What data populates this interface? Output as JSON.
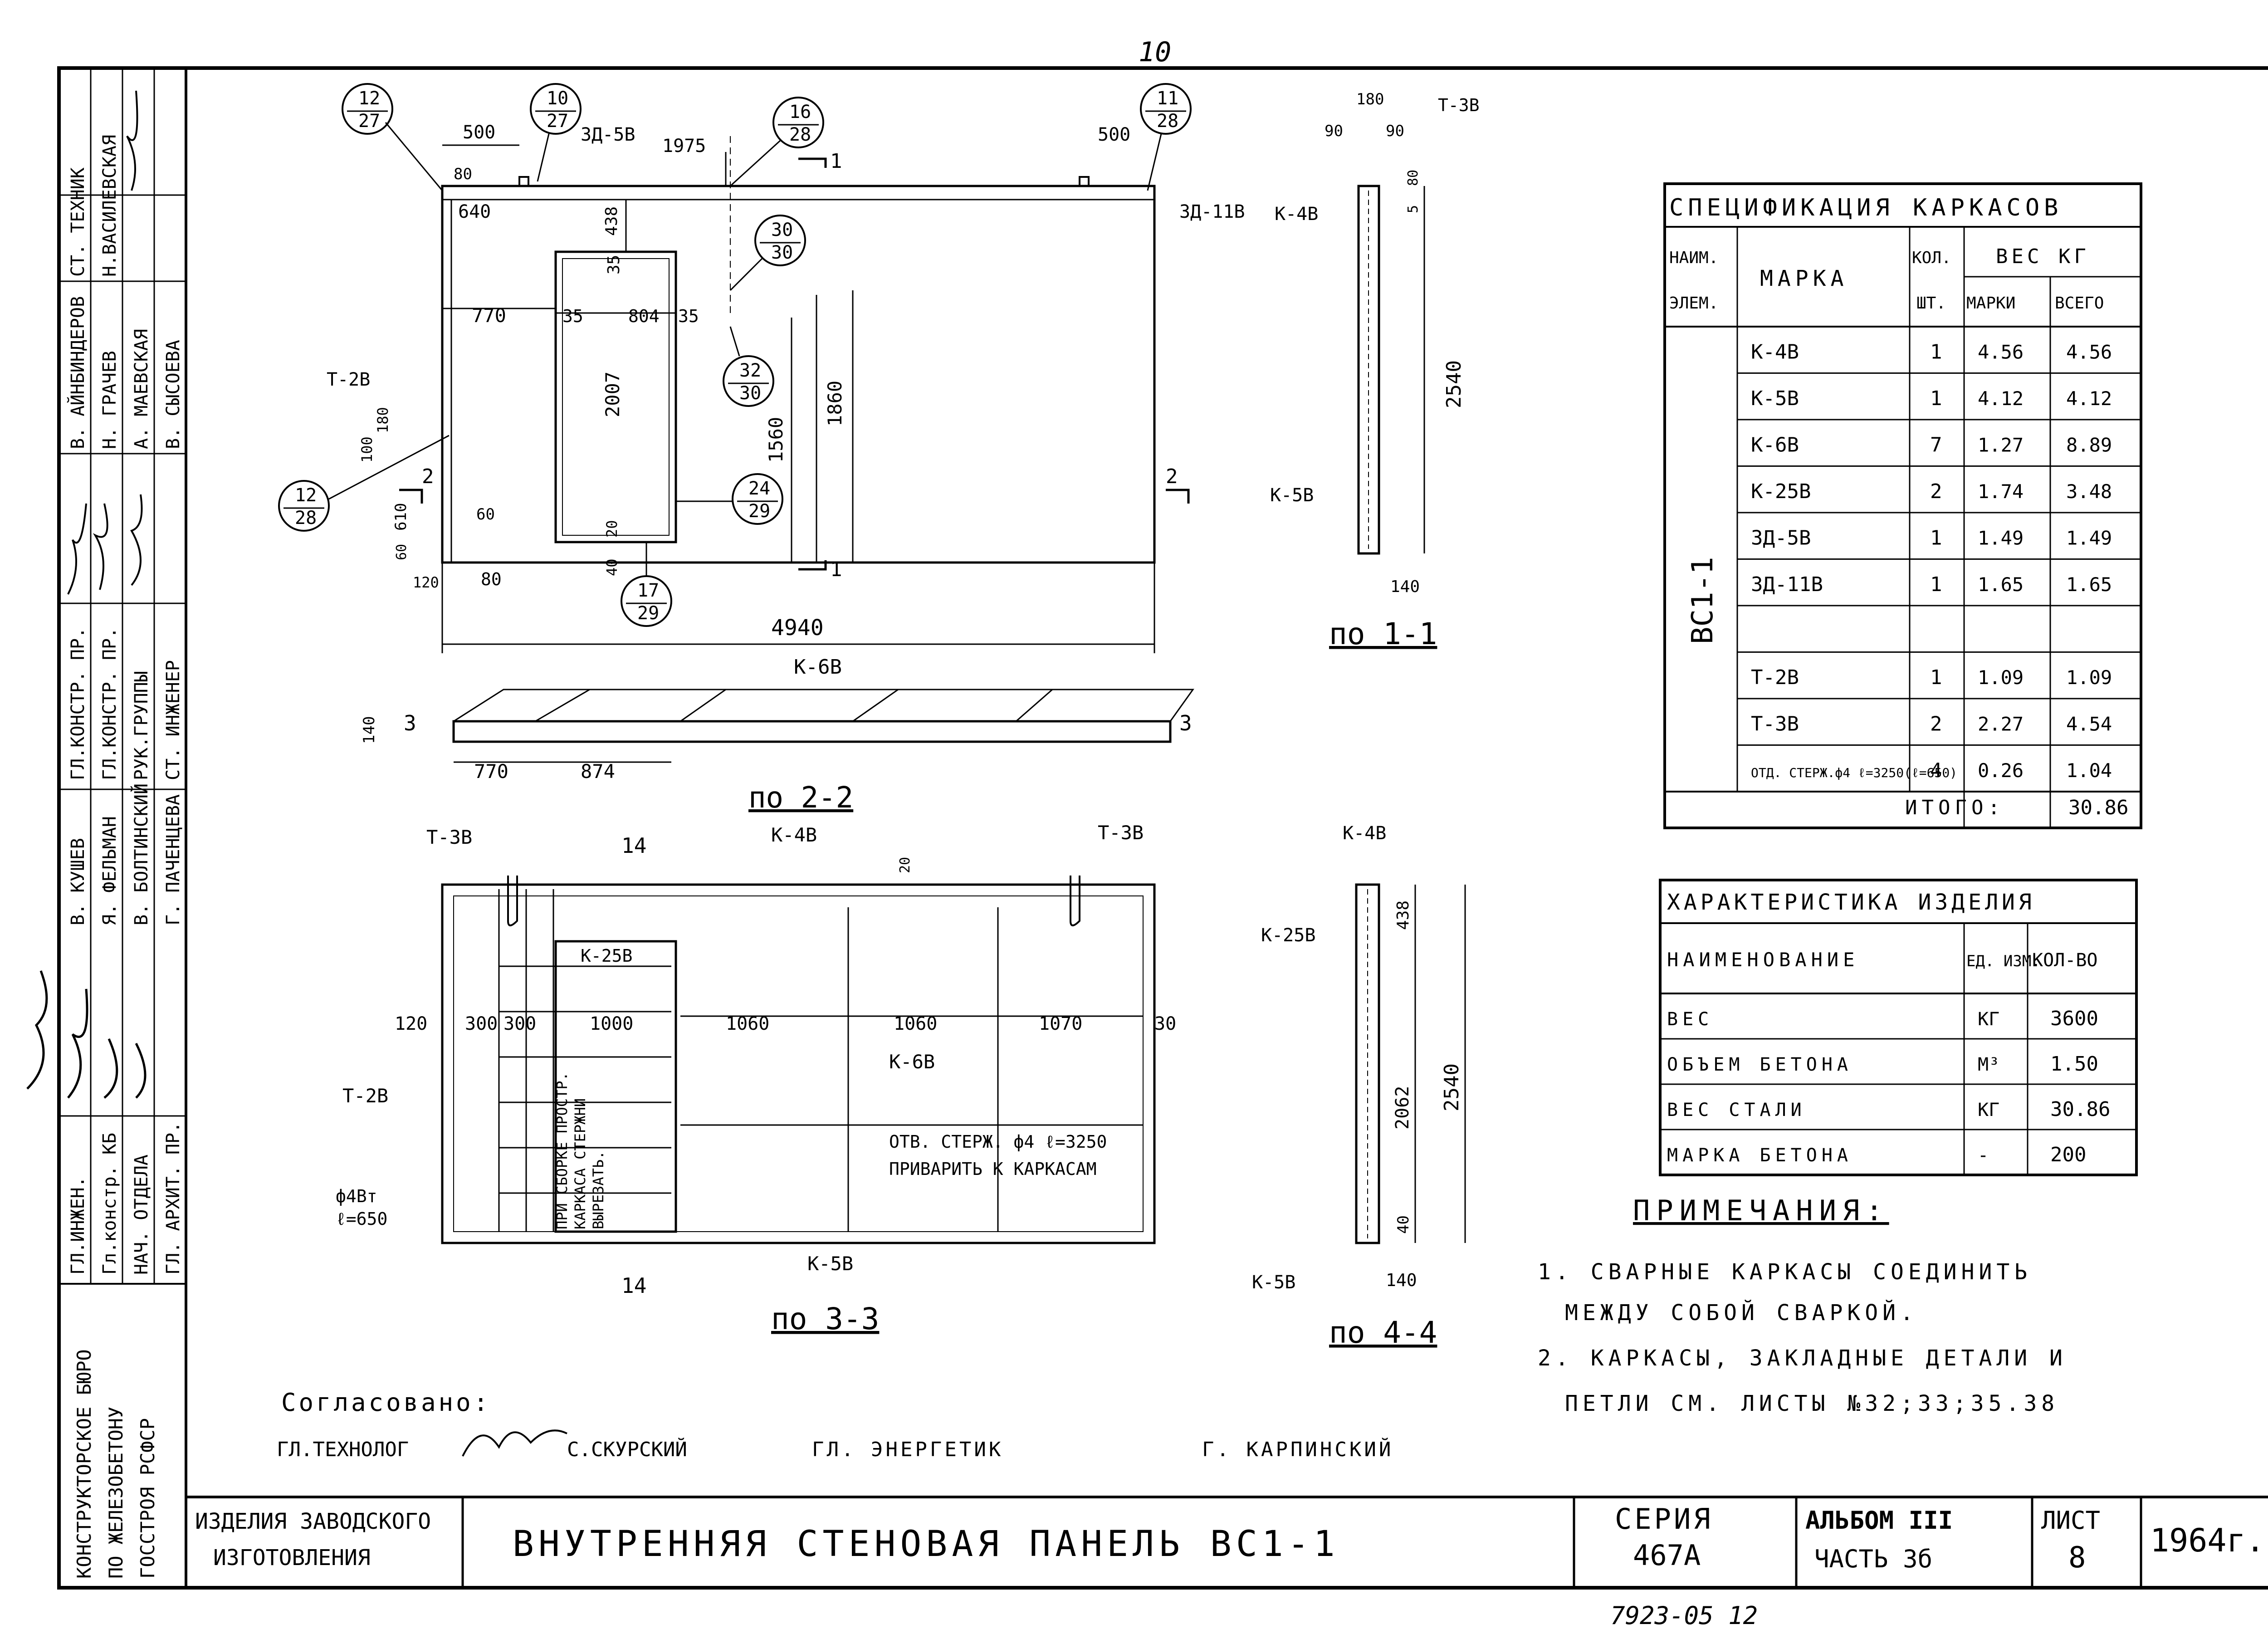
{
  "page_number": "10",
  "side_stamp": {
    "rows": [
      [
        "ГЛ.ИНЖЕН.",
        "Гл.констр. КБ",
        "НАЧ. ОТДЕЛА",
        "ГЛ. АРХИТ. ПР."
      ],
      [
        "ГЛ.КОНСТР. ПР.",
        "ГЛ.КОНСТР. ПР.",
        "РУК.ГРУППЫ",
        "СТ. ИНЖЕНЕР"
      ],
      [
        "В. КУШЕВ",
        "Я. ФЕЛЬМАН",
        "В. БОЛТИНСКИЙ",
        "Г. ПАЧЕНЦЕВА"
      ],
      [
        "В. АЙНБИНДЕРОВ",
        "Н. ГРАЧЕВ",
        "А. МАЕВСКАЯ",
        "В. СЫСОЕВА"
      ],
      [
        "СТ. ТЕХНИК",
        "Н.ВАСИЛЕВСКАЯ"
      ]
    ],
    "bureau": [
      "КОНСТРУКТОРСКОЕ БЮРО",
      "ПО ЖЕЛЕЗОБЕТОНУ",
      "ГОССТРОЯ РСФСР"
    ]
  },
  "elevation": {
    "callouts": [
      {
        "num": "12",
        "den": "27"
      },
      {
        "num": "10",
        "den": "27"
      },
      {
        "num": "16",
        "den": "28"
      },
      {
        "num": "11",
        "den": "28"
      },
      {
        "num": "30",
        "den": "30"
      },
      {
        "num": "32",
        "den": "30"
      },
      {
        "num": "24",
        "den": "29"
      },
      {
        "num": "12",
        "den": "28"
      },
      {
        "num": "17",
        "den": "29"
      }
    ],
    "labels": {
      "d500a": "500",
      "d80": "80",
      "zd5": "ЗД-5В",
      "d1975": "1975",
      "s11": "1",
      "s12": "1",
      "d500b": "500",
      "zd11": "ЗД-11В",
      "d640": "640",
      "d438": "438",
      "d35a": "35",
      "d770": "770",
      "d35b": "35",
      "d804": "804",
      "d35c": "35",
      "d2007": "2007",
      "t2": "Т-2В",
      "d180": "180",
      "d100": "100",
      "d1860": "1860",
      "d1560": "1560",
      "s2": "2",
      "s2b": "2",
      "d610": "610",
      "d60": "60",
      "d60b": "60",
      "d20": "20",
      "d40": "40",
      "d120": "120",
      "d80b": "80",
      "d4940": "4940",
      "k6": "К-6В"
    }
  },
  "section_22": {
    "dims": [
      "770",
      "874"
    ],
    "d140": "140",
    "s3a": "3",
    "s3b": "3",
    "title": "по 2-2"
  },
  "section_11": {
    "labels": {
      "d180": "180",
      "d90a": "90",
      "d90b": "90",
      "t3": "Т-3В",
      "k4": "К-4В",
      "d80": "80",
      "d5": "5",
      "d2540": "2540",
      "k5": "К-5В",
      "d140": "140"
    },
    "title": "по 1-1"
  },
  "section_33": {
    "labels": {
      "t3a": "Т-3В",
      "d14a": "14",
      "k4": "К-4В",
      "d20": "20",
      "t3b": "Т-3В",
      "k25": "К-25В",
      "d120": "120",
      "d300a": "300",
      "d300b": "300",
      "d1000": "1000",
      "d1060a": "1060",
      "d1060b": "1060",
      "d1070": "1070",
      "d30": "30",
      "k6": "К-6В",
      "t2": "Т-2В",
      "f4": "ф4Вт",
      "l650": "ℓ=650",
      "k5": "К-5В",
      "d14b": "14",
      "note1": "ПРИ СБОРКЕ ПРОСТР.",
      "note2": "КАРКАСА СТЕРЖНИ",
      "note3": "ВЫРЕЗАТЬ.",
      "otv1": "ОТВ. СТЕРЖ. ф4 ℓ=3250",
      "otv2": "ПРИВАРИТЬ К КАРКАСАМ"
    },
    "title": "по 3-3"
  },
  "section_44": {
    "labels": {
      "k4": "К-4В",
      "k25": "К-25В",
      "d438": "438",
      "d2062": "2062",
      "d2540": "2540",
      "d40": "40",
      "k5": "К-5В",
      "d140": "140"
    },
    "title": "по 4-4"
  },
  "spec_table": {
    "title": "СПЕЦИФИКАЦИЯ КАРКАСОВ",
    "headers": {
      "naim": "НАИМ.",
      "elem": "ЭЛЕМ.",
      "marka": "МАРКА",
      "kol": "КОЛ.",
      "sht": "ШТ.",
      "ves": "ВЕС КГ",
      "marki": "МАРКИ",
      "vsego": "ВСЕГО"
    },
    "element": "ВС1-1",
    "rows": [
      {
        "marka": "К-4В",
        "kol": "1",
        "marki": "4.56",
        "vsego": "4.56"
      },
      {
        "marka": "К-5В",
        "kol": "1",
        "marki": "4.12",
        "vsego": "4.12"
      },
      {
        "marka": "К-6В",
        "kol": "7",
        "marki": "1.27",
        "vsego": "8.89"
      },
      {
        "marka": "К-25В",
        "kol": "2",
        "marki": "1.74",
        "vsego": "3.48"
      },
      {
        "marka": "ЗД-5В",
        "kol": "1",
        "marki": "1.49",
        "vsego": "1.49"
      },
      {
        "marka": "ЗД-11В",
        "kol": "1",
        "marki": "1.65",
        "vsego": "1.65"
      },
      {
        "marka": "",
        "kol": "",
        "marki": "",
        "vsego": ""
      },
      {
        "marka": "Т-2В",
        "kol": "1",
        "marki": "1.09",
        "vsego": "1.09"
      },
      {
        "marka": "Т-3В",
        "kol": "2",
        "marki": "2.27",
        "vsego": "4.54"
      },
      {
        "marka": "ОТД. СТЕРЖ.ф4 ℓ=3250(ℓ=650)",
        "kol": "4",
        "marki": "0.26",
        "vsego": "1.04"
      }
    ],
    "total_label": "ИТОГО:",
    "total": "30.86"
  },
  "char_table": {
    "title": "ХАРАКТЕРИСТИКА ИЗДЕЛИЯ",
    "headers": {
      "name": "НАИМЕНОВАНИЕ",
      "unit": "ЕД. ИЗМ.",
      "qty": "КОЛ-ВО"
    },
    "rows": [
      {
        "name": "ВЕС",
        "unit": "КГ",
        "qty": "3600"
      },
      {
        "name": "ОБЪЕМ БЕТОНА",
        "unit": "М³",
        "qty": "1.50"
      },
      {
        "name": "ВЕС СТАЛИ",
        "unit": "КГ",
        "qty": "30.86"
      },
      {
        "name": "МАРКА БЕТОНА",
        "unit": "-",
        "qty": "200"
      }
    ]
  },
  "notes": {
    "title": "ПРИМЕЧАНИЯ:",
    "items": [
      "1. СВАРНЫЕ КАРКАСЫ СОЕДИНИТЬ",
      "МЕЖДУ СОБОЙ СВАРКОЙ.",
      "2. КАРКАСЫ, ЗАКЛАДНЫЕ ДЕТАЛИ И",
      "ПЕТЛИ СМ. ЛИСТЫ №32;33;35.38"
    ]
  },
  "approval": {
    "title": "Согласовано:",
    "technolog_role": "ГЛ.ТЕХНОЛОГ",
    "technolog_name": "С.СКУРСКИЙ",
    "energetik_role": "ГЛ. ЭНЕРГЕТИК",
    "energetik_name": "Г. КАРПИНСКИЙ"
  },
  "title_block": {
    "left1": "ИЗДЕЛИЯ ЗАВОДСКОГО",
    "left2": "ИЗГОТОВЛЕНИЯ",
    "main": "ВНУТРЕННЯЯ СТЕНОВАЯ ПАНЕЛЬ ВС1-1",
    "seria_label": "СЕРИЯ",
    "seria": "467А",
    "album": "АЛЬБОМ III",
    "part": "ЧАСТЬ 3б",
    "list_label": "ЛИСТ",
    "list": "8",
    "year": "1964г."
  },
  "bottom_code": "7923-05 12"
}
